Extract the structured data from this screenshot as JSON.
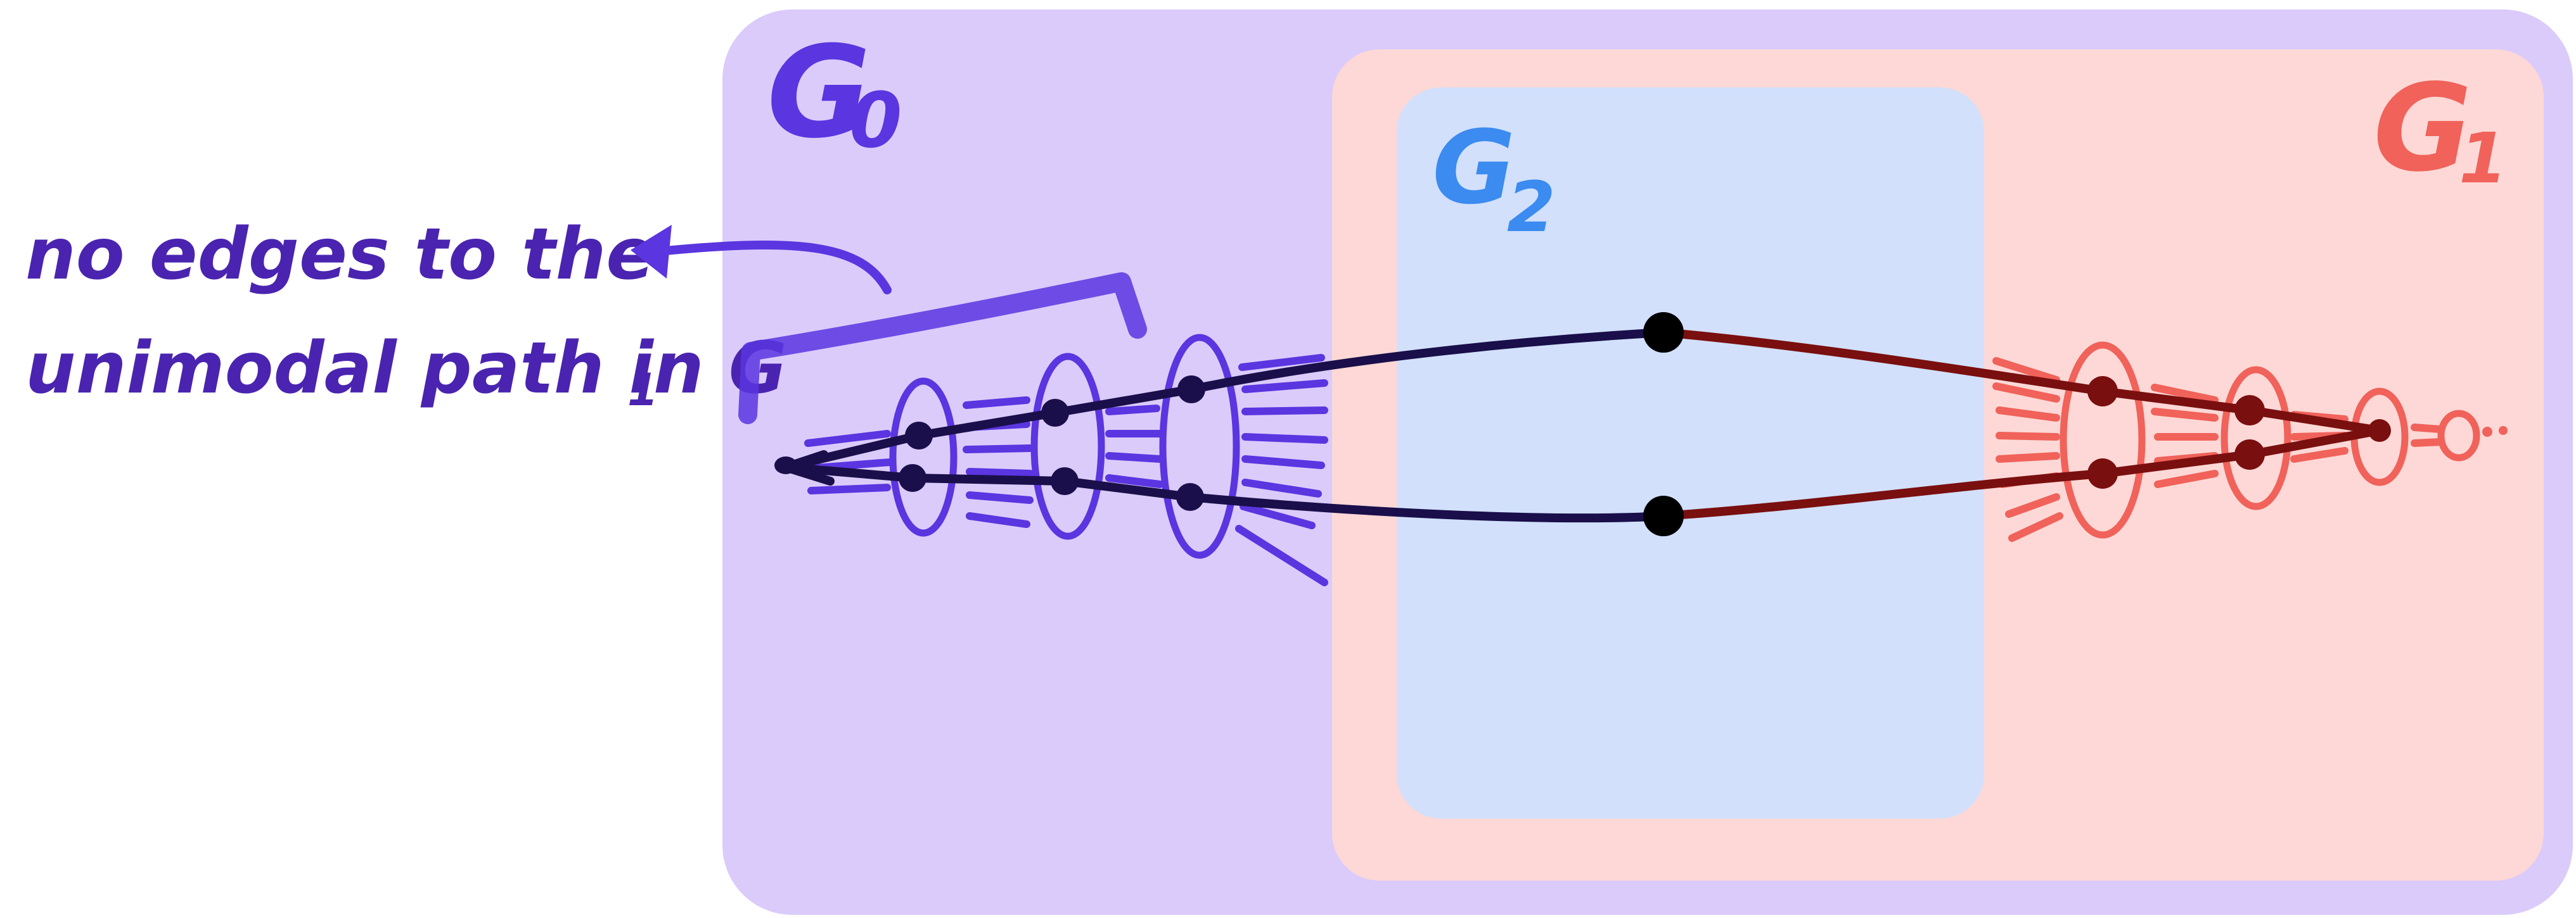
{
  "diagram": {
    "regions": {
      "g0": {
        "name": "G",
        "subscript": "0",
        "fill": "#dbcbfb",
        "ink": "#5b35e0"
      },
      "g1": {
        "name": "G",
        "subscript": "1",
        "fill": "#fdd8d6",
        "ink": "#f0625a"
      },
      "g2": {
        "name": "G",
        "subscript": "2",
        "fill": "#d2e0fc",
        "ink": "#3b8bf0"
      }
    },
    "annotation": {
      "line1": "no edges to the",
      "line2_main": "unimodal path in G",
      "line2_sub": "1"
    },
    "colors": {
      "path_dark": "#1a0f4a",
      "path_red": "#7a0f0f",
      "node": "#000000"
    }
  }
}
